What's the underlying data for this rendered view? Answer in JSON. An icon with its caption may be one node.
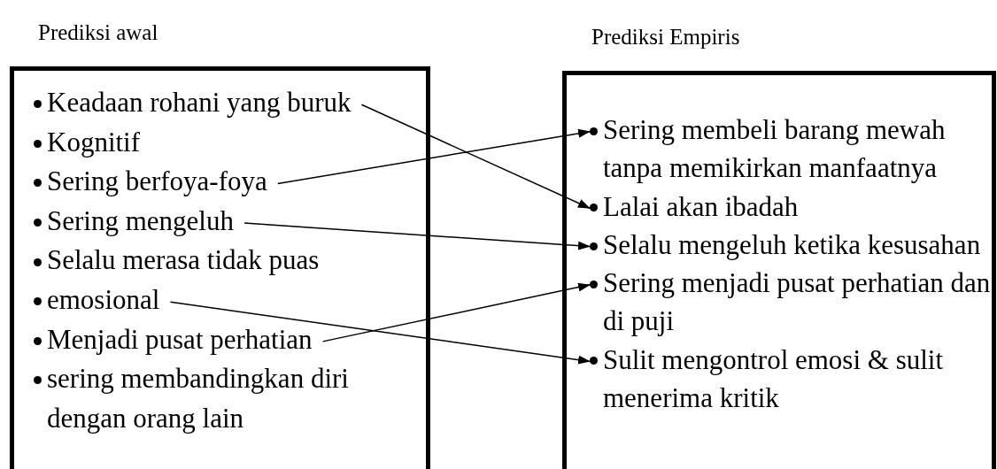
{
  "diagram": {
    "nodes": [
      {
        "text": [
          "Prediksi awal"
        ]
      },
      {
        "text": [
          "Keadaan rohani yang buruk"
        ],
        "in": 0
      },
      {
        "text": [
          "Kognitif"
        ],
        "in": 0
      },
      {
        "text": [
          "Sering berfoya-foya"
        ],
        "in": 0
      },
      {
        "text": [
          "Sering mengeluh"
        ],
        "in": 0
      },
      {
        "text": [
          "Selalu merasa tidak puas"
        ],
        "in": 0
      },
      {
        "text": [
          "emosional"
        ],
        "in": 0
      },
      {
        "text": [
          "Menjadi pusat perhatian"
        ],
        "in": 0
      },
      {
        "text": [
          "sering membandingkan diri dengan orang lain"
        ],
        "in": 0
      },
      {
        "text": [
          "Prediksi Empiris"
        ]
      },
      {
        "text": [
          "Sering membeli barang mewah tanpa memikirkan manfaatnya"
        ],
        "in": 9
      },
      {
        "text": [
          "Lalai akan ibadah"
        ],
        "in": 9
      },
      {
        "text": [
          "Selalu mengeluh ketika kesusahan"
        ],
        "in": 9
      },
      {
        "text": [
          "Sering menjadi pusat perhatian dan di puji"
        ],
        "in": 9
      },
      {
        "text": [
          "Sulit mengontrol emosi & sulit menerima kritik"
        ],
        "in": 9
      }
    ],
    "edges": [
      {
        "from": 1,
        "to": 11,
        "arrow": "to"
      },
      {
        "from": 3,
        "to": 10,
        "arrow": "to"
      },
      {
        "from": 4,
        "to": 12,
        "arrow": "to"
      },
      {
        "from": 6,
        "to": 14,
        "arrow": "to"
      },
      {
        "from": 7,
        "to": 13,
        "arrow": "to"
      }
    ]
  }
}
